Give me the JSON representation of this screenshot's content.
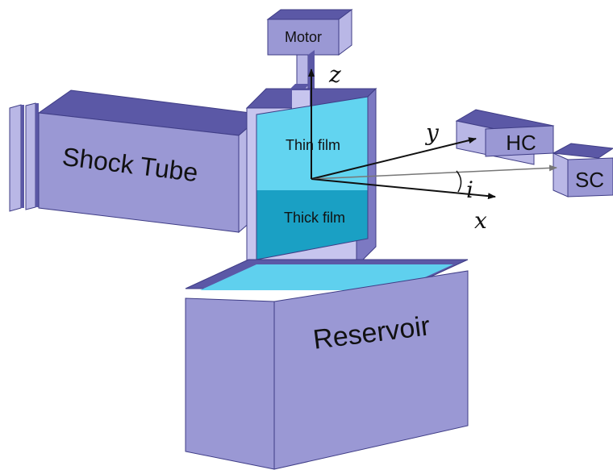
{
  "labels": {
    "motor": "Motor",
    "shock_tube": "Shock Tube",
    "thin_film": "Thin film",
    "thick_film": "Thick film",
    "reservoir": "Reservoir",
    "hc": "HC",
    "sc": "SC"
  },
  "axes": {
    "z": "z",
    "y": "y",
    "x": "x",
    "angle": "i"
  },
  "colors": {
    "box_front": "#9a98d4",
    "box_top": "#5b58a6",
    "box_side": "#b9b7e6",
    "outline": "#3f3d86",
    "thin_film": "#62d4f0",
    "thick_film": "#1aa0c4",
    "frame": "#c7c5ee",
    "water": "#5fd0ee"
  }
}
